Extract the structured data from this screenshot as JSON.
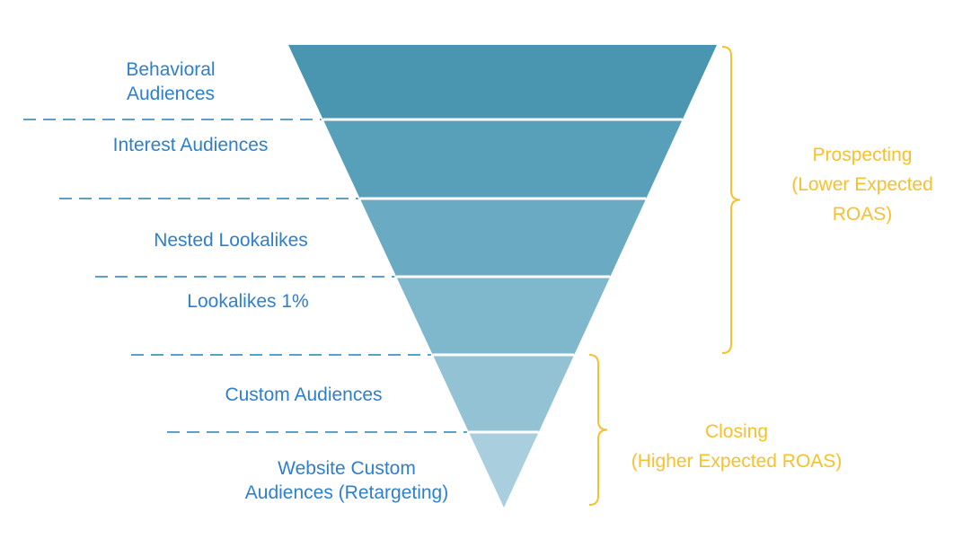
{
  "colors": {
    "label_text": "#2E7FCC",
    "bracket_and_group_text": "#F5C12E",
    "divider_dash": "#5AA0C8",
    "tier_fills": [
      "#4A95B0",
      "#58A0BA",
      "#6AABC3",
      "#7FB7CC",
      "#93C2D5",
      "#A9CFDF"
    ],
    "tier_separator": "#FFFFFF"
  },
  "funnel": {
    "tiers": [
      {
        "label_lines": [
          "Behavioral",
          "Audiences"
        ]
      },
      {
        "label_lines": [
          "Interest Audiences"
        ]
      },
      {
        "label_lines": [
          "Nested Lookalikes"
        ]
      },
      {
        "label_lines": [
          "Lookalikes 1%"
        ]
      },
      {
        "label_lines": [
          "Custom Audiences"
        ]
      },
      {
        "label_lines": [
          "Website Custom",
          "Audiences (Retargeting)"
        ]
      }
    ]
  },
  "groups": {
    "prospecting": {
      "lines": [
        "Prospecting",
        "(Lower Expected",
        "ROAS)"
      ]
    },
    "closing": {
      "lines": [
        "Closing",
        "(Higher Expected ROAS)"
      ]
    }
  }
}
